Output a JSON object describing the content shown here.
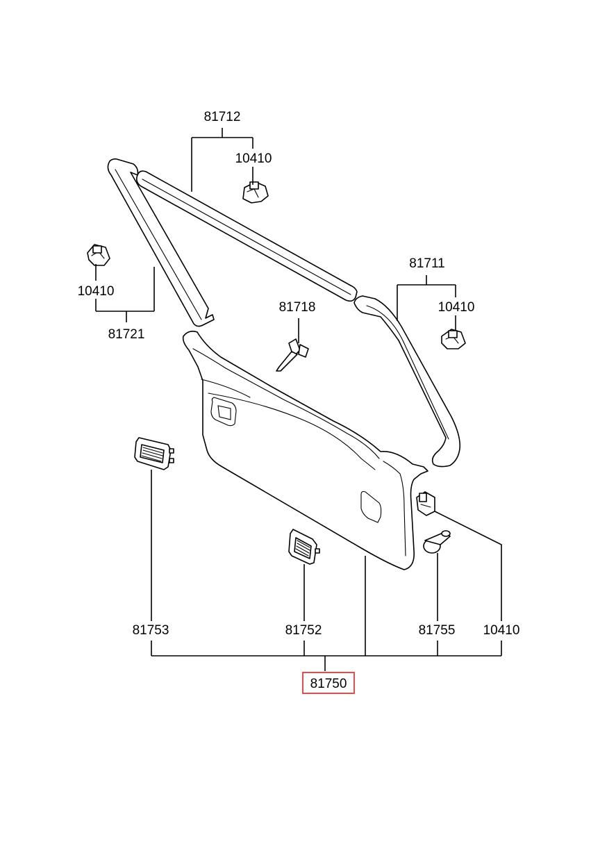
{
  "labels": {
    "p81712": "81712",
    "p10410_top": "10410",
    "p10410_left": "10410",
    "p81721": "81721",
    "p81711": "81711",
    "p10410_right": "10410",
    "p81718": "81718",
    "p81753": "81753",
    "p81752": "81752",
    "p81755": "81755",
    "p10410_bottom": "10410",
    "p81750": "81750"
  },
  "highlight": {
    "part": "81750",
    "color": "#e53935"
  }
}
